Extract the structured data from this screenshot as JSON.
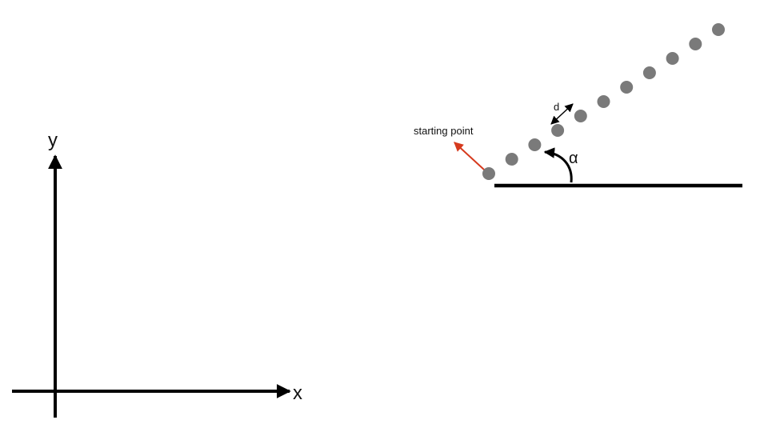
{
  "axes": {
    "x_label": "x",
    "y_label": "y"
  },
  "diagram": {
    "start_label": "starting point",
    "spacing_label": "d",
    "angle_label": "α",
    "point_count": 11
  },
  "colors": {
    "ink": "#000000",
    "point": "#7a7a7a",
    "start_arrow": "#d63a1e"
  }
}
